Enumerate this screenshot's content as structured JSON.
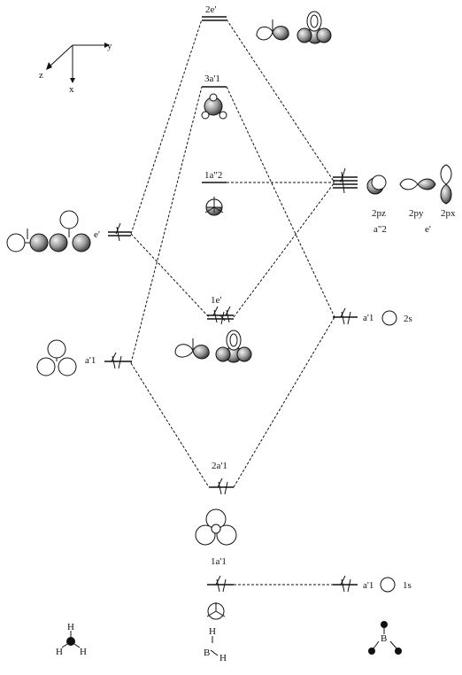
{
  "axes": {
    "y": "y",
    "z": "z",
    "x": "x"
  },
  "levels": {
    "top_2e": {
      "label": "2e'"
    },
    "top_3a1": {
      "label": "3a'1"
    },
    "mid_1a2": {
      "label": "1a\"2"
    },
    "mid_1e": {
      "label": "1e'"
    },
    "low_2a1": {
      "label": "2a'1"
    },
    "low_1a1": {
      "label": "1a'1"
    }
  },
  "left": {
    "e_label": "e'",
    "a1_label": "a'1"
  },
  "right": {
    "p_labels": [
      "2pz",
      "2py",
      "2px"
    ],
    "sym_a2": "a\"2",
    "sym_e": "e'",
    "s2_sym": "a'1",
    "s2_orb": "2s",
    "s1_sym": "a'1",
    "s1_orb": "1s"
  },
  "bottom": {
    "h3_atoms": [
      "H",
      "H",
      "H"
    ],
    "bh3_atoms": [
      "H",
      "B",
      "H"
    ],
    "b_atom": "B"
  }
}
